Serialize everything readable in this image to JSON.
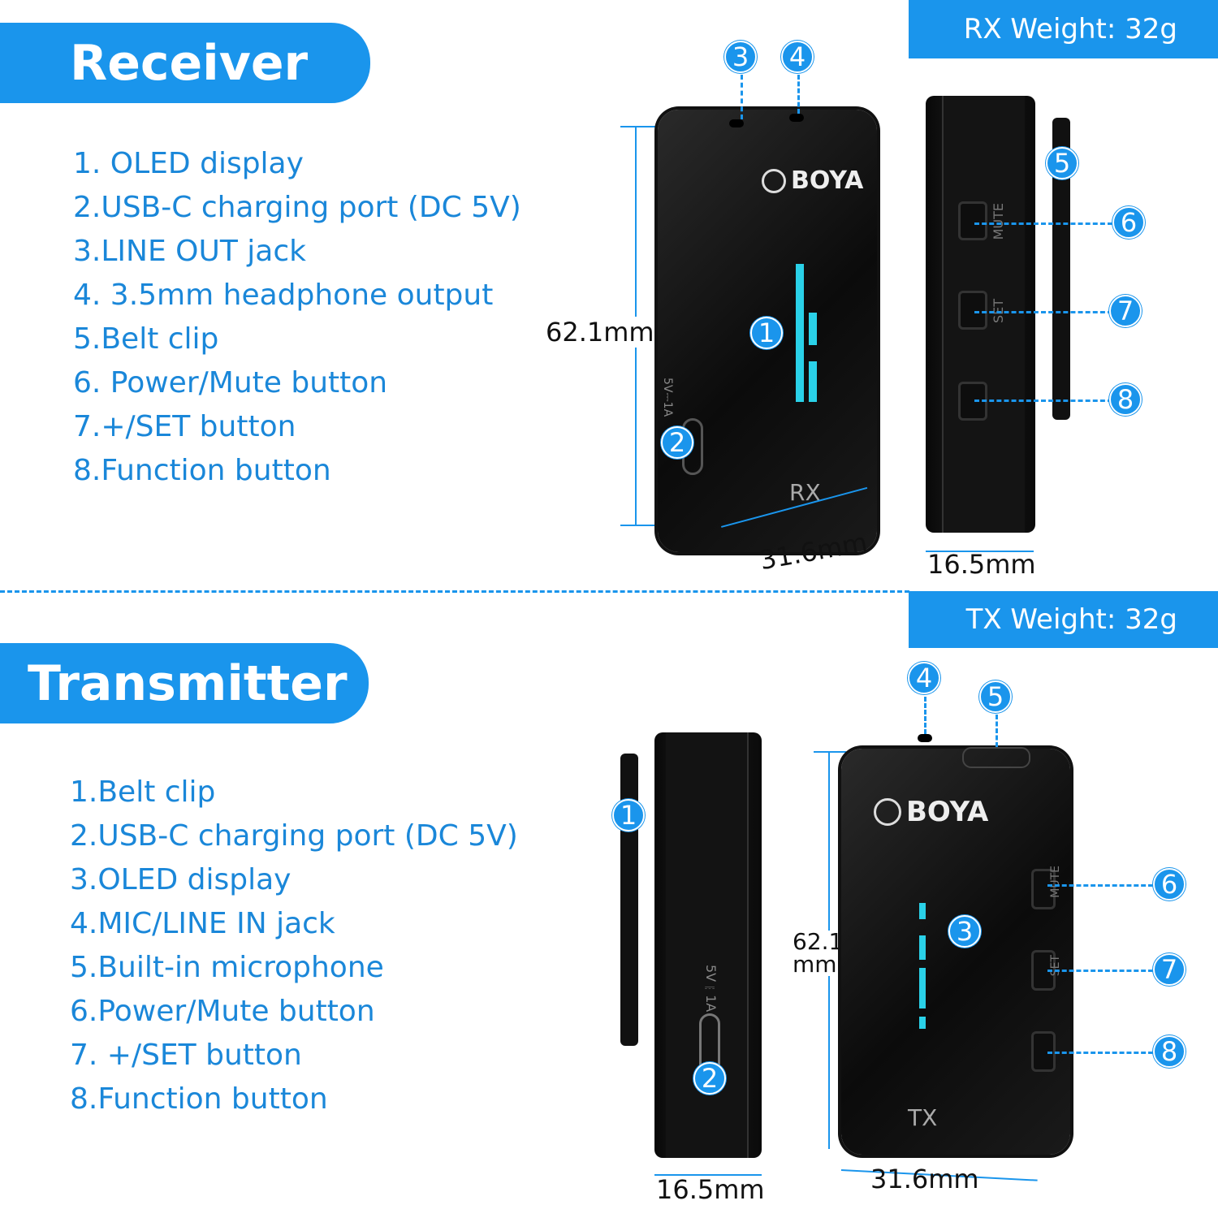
{
  "receiver": {
    "title": "Receiver",
    "weight": "RX Weight: 32g",
    "features": [
      "1. OLED display",
      "2.USB-C charging port (DC 5V)",
      "3.LINE OUT jack",
      "4. 3.5mm headphone output",
      "5.Belt clip",
      "6. Power/Mute button",
      "7.+/SET button",
      "8.Function button"
    ],
    "dims": {
      "height": "62.1mm",
      "width": "31.6mm",
      "depth": "16.5mm"
    },
    "brand": "BOYA",
    "model": "RX",
    "port_label": "5V⎓1A",
    "button_labels": {
      "mute": "MUTE",
      "set": "SET"
    }
  },
  "transmitter": {
    "title": "Transmitter",
    "weight": "TX Weight: 32g",
    "features": [
      "1.Belt clip",
      "2.USB-C charging port (DC 5V)",
      "3.OLED display",
      "4.MIC/LINE IN jack",
      "5.Built-in microphone",
      "6.Power/Mute button",
      "7. +/SET button",
      "8.Function button"
    ],
    "dims": {
      "height_line1": "62.1",
      "height_line2": "mm",
      "width": "31.6mm",
      "depth": "16.5mm"
    },
    "brand": "BOYA",
    "model": "TX",
    "port_label": "5V⎓1A",
    "button_labels": {
      "mute": "MUTE",
      "set": "SET"
    }
  },
  "callouts": [
    "1",
    "2",
    "3",
    "4",
    "5",
    "6",
    "7",
    "8"
  ],
  "colors": {
    "accent": "#1a95ec",
    "text_blue": "#1a87d9"
  }
}
